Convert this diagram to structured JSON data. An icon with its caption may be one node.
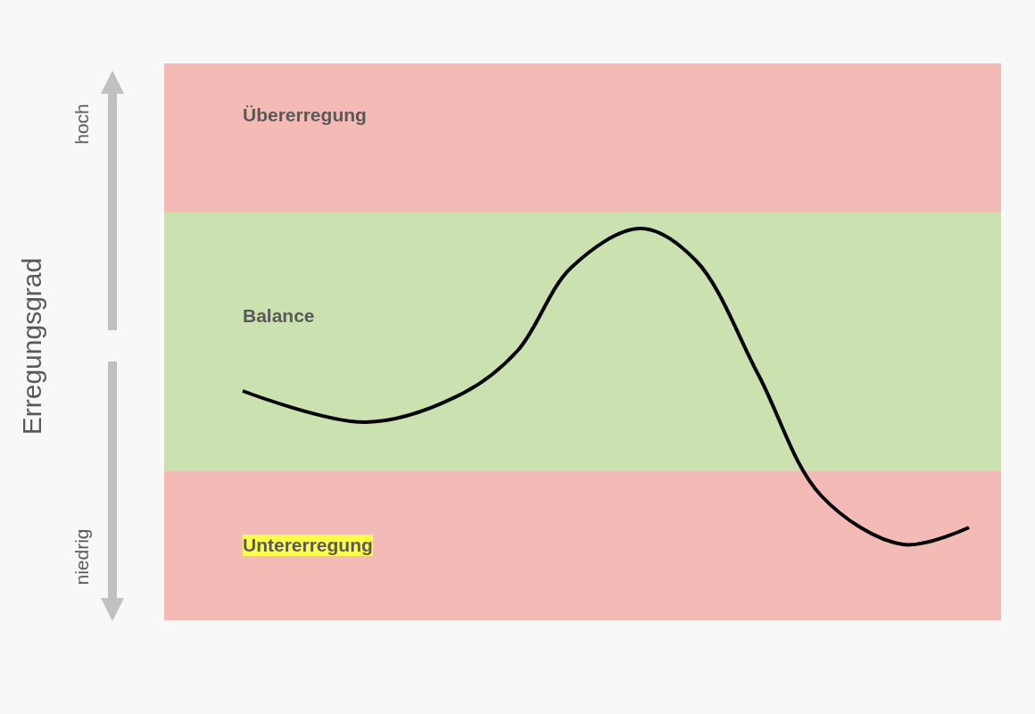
{
  "diagram": {
    "nodes": [
      {
        "text": [
          "Übererregung"
        ]
      },
      {
        "text": [
          "Balance"
        ]
      },
      {
        "text": [
          "Untererregung"
        ]
      }
    ],
    "labels": [
      "Erregungsgrad",
      "hoch",
      "niedrig"
    ]
  }
}
